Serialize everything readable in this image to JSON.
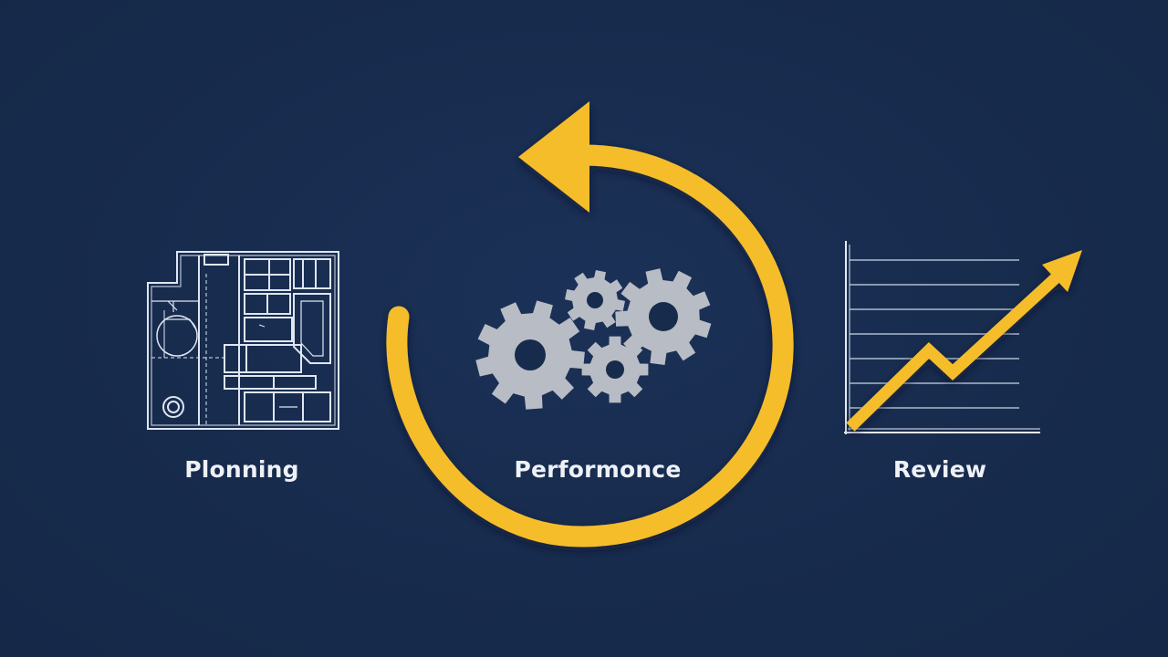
{
  "stages": [
    {
      "id": "planning",
      "label": "Plonning",
      "icon": "blueprint-icon"
    },
    {
      "id": "performance",
      "label": "Performonce",
      "icon": "gears-icon"
    },
    {
      "id": "review",
      "label": "Review",
      "icon": "rising-chart-icon"
    }
  ],
  "cycle": {
    "icon": "counterclockwise-arrow-icon"
  },
  "colors": {
    "background": "#172b4d",
    "accent": "#f5bd2c",
    "gear": "#b8bcc4",
    "line": "#e6ecf5",
    "label": "#eef1f6"
  }
}
